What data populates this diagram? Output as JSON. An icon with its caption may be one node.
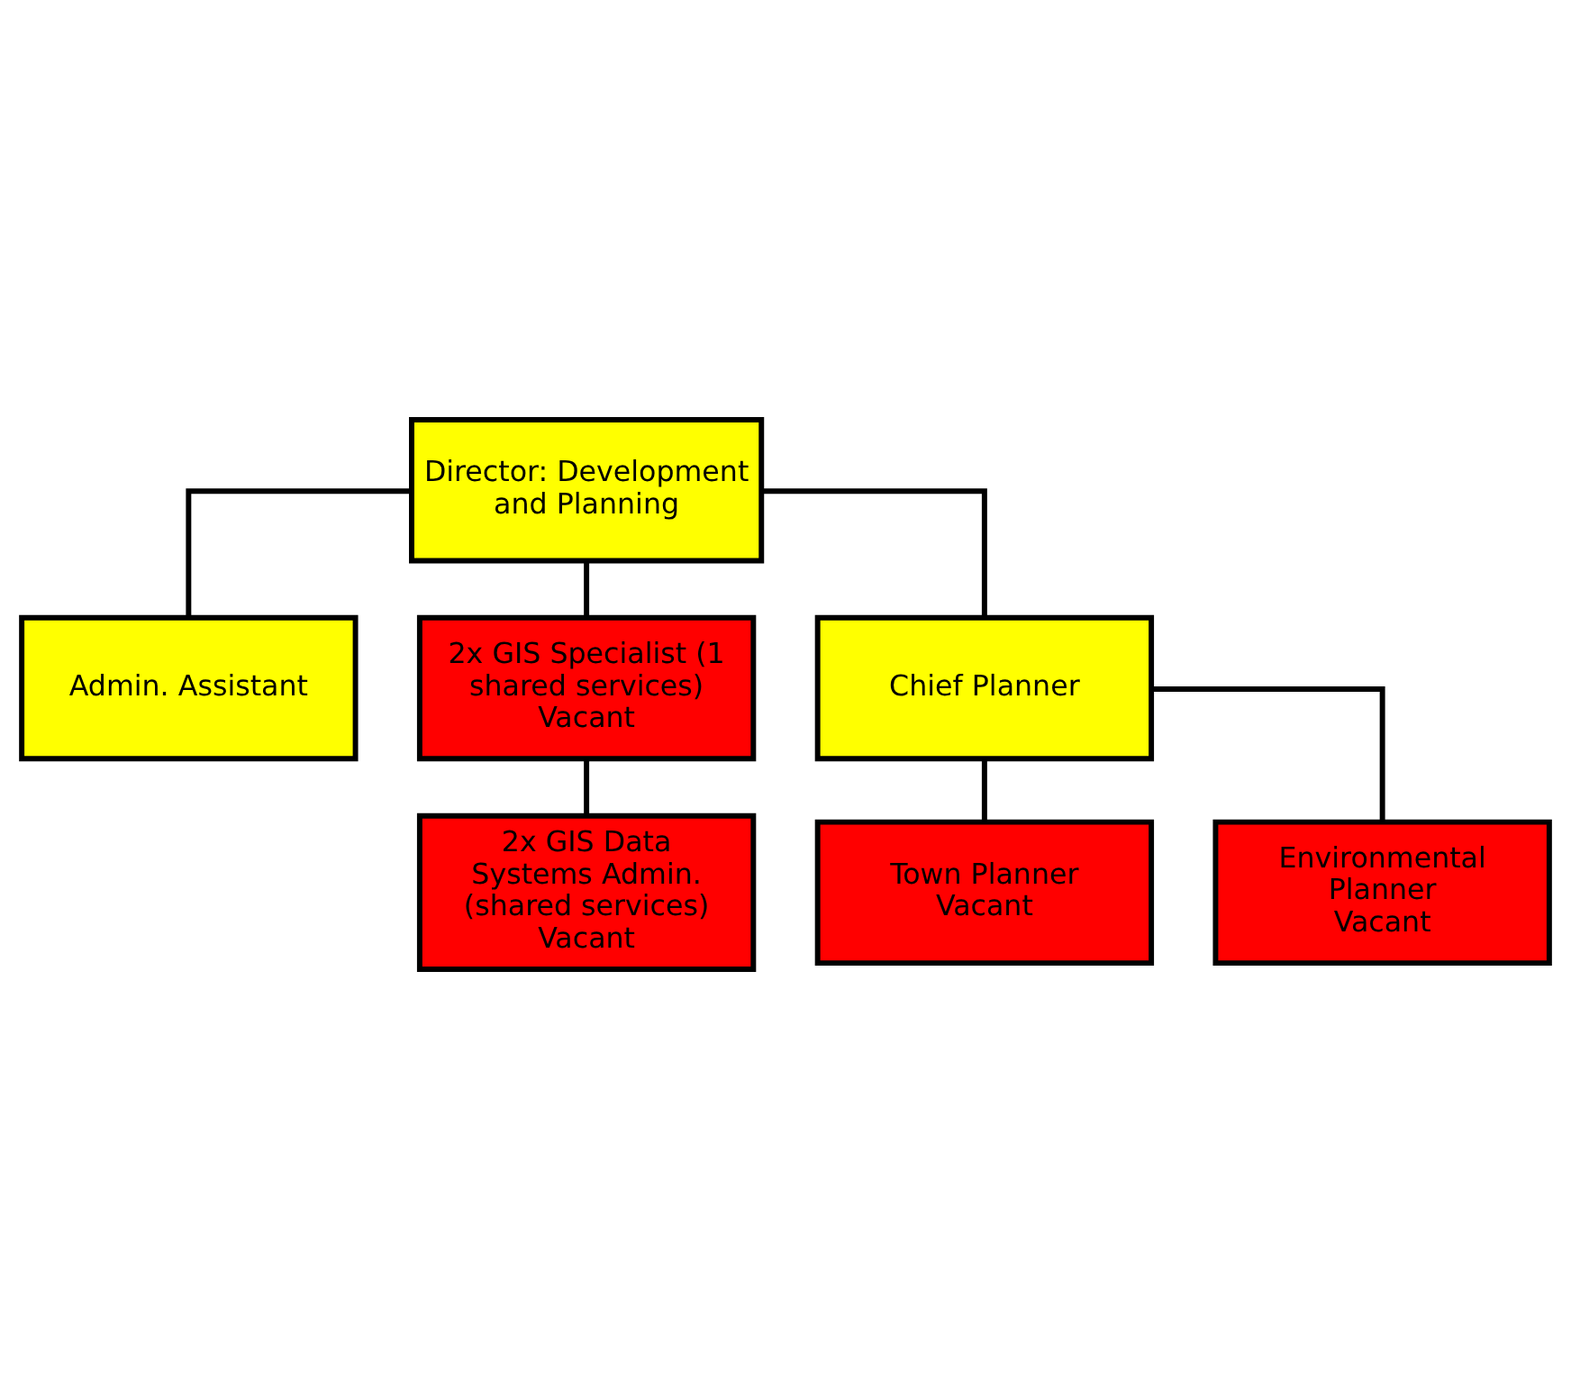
{
  "diagram": {
    "nodes": [
      {
        "text": [
          "Director: Development and Planning"
        ]
      },
      {
        "text": [
          "Admin. Assistant"
        ]
      },
      {
        "text": [
          "2x GIS Specialist (1 shared services)",
          "Vacant"
        ]
      },
      {
        "text": [
          "Chief Planner"
        ]
      },
      {
        "text": [
          "Town Planner",
          "Vacant"
        ]
      },
      {
        "text": [
          "Environmental Planner",
          "Vacant"
        ]
      },
      {
        "text": [
          "2x GIS Data Systems Admin. (shared services)",
          "Vacant"
        ]
      }
    ],
    "edges": [
      {
        "from": 0,
        "to": 1,
        "arrow": "none"
      },
      {
        "from": 0,
        "to": 2,
        "arrow": "none"
      },
      {
        "from": 0,
        "to": 3,
        "arrow": "none"
      },
      {
        "from": 2,
        "to": 6,
        "arrow": "none"
      },
      {
        "from": 3,
        "to": 4,
        "arrow": "none"
      },
      {
        "from": 3,
        "to": 5,
        "arrow": "none"
      }
    ]
  }
}
